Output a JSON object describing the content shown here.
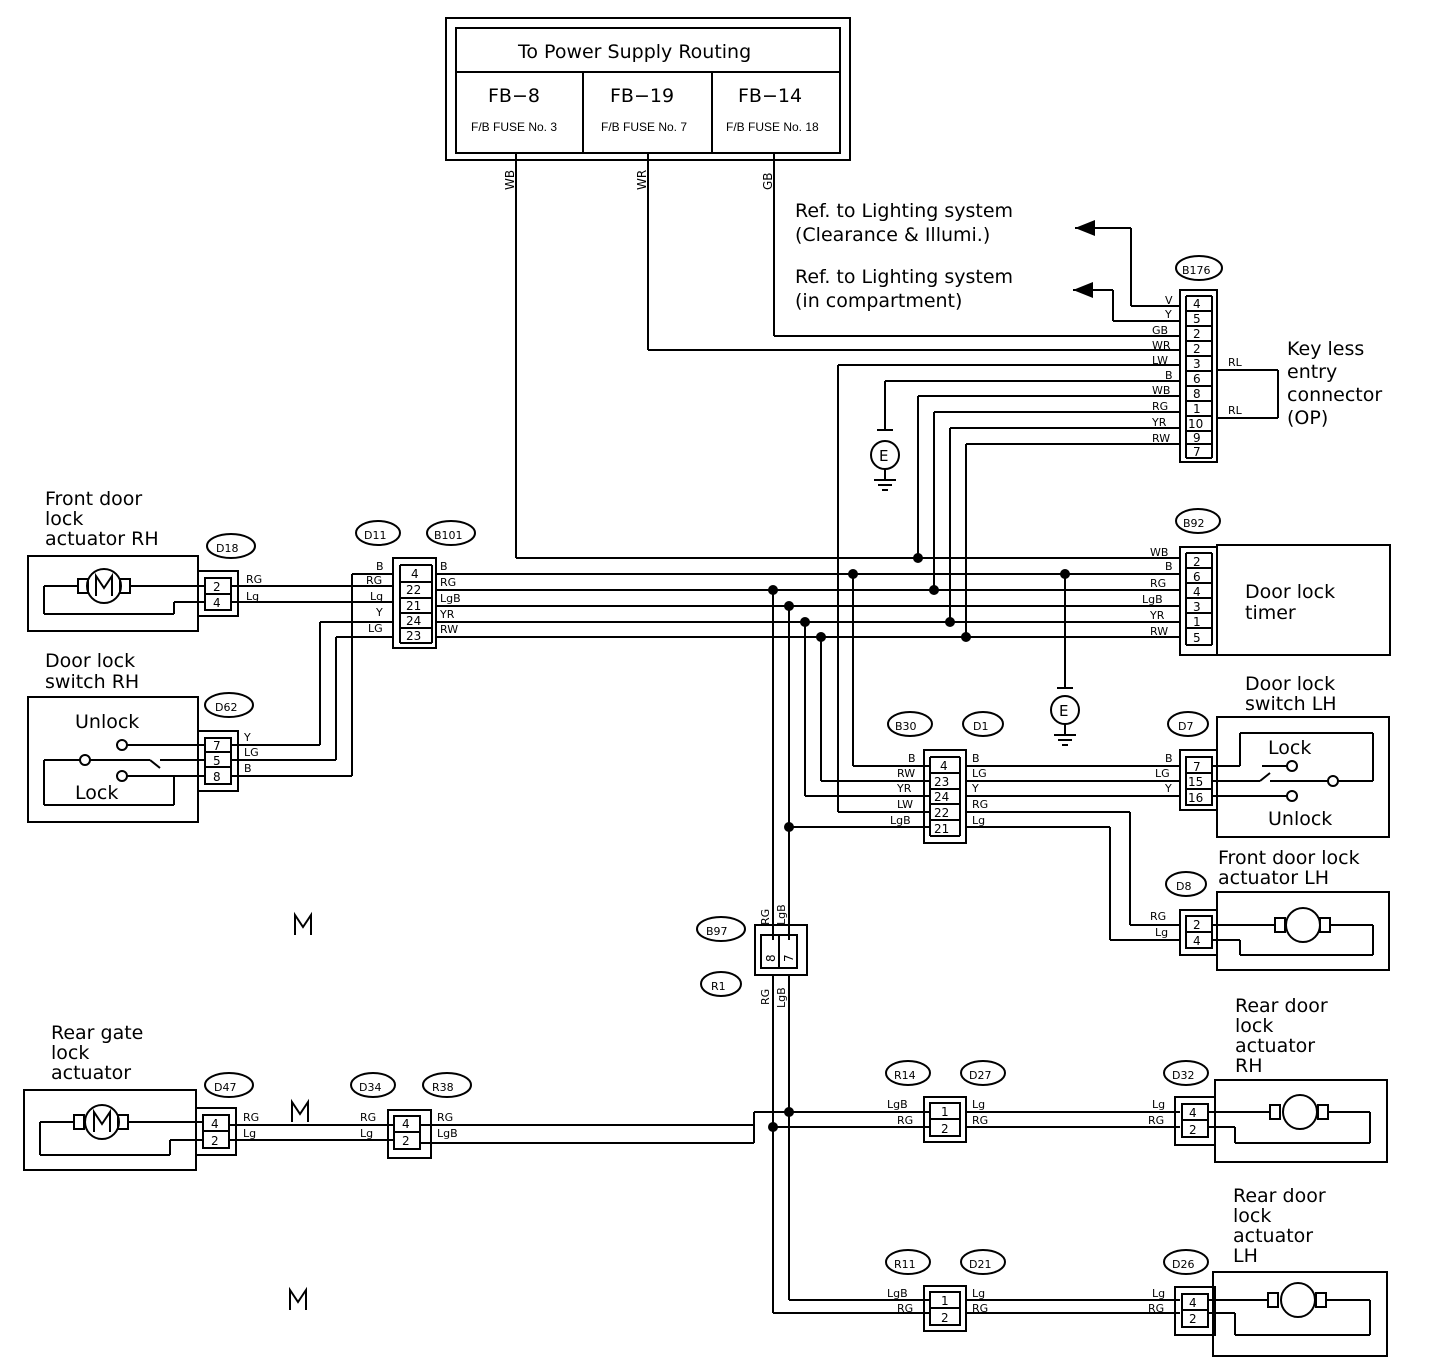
{
  "power": {
    "title": "To Power Supply Routing",
    "fuses": [
      {
        "code": "FB−8",
        "desc": "F/B FUSE No. 3"
      },
      {
        "code": "FB−19",
        "desc": "F/B FUSE No. 7"
      },
      {
        "code": "FB−14",
        "desc": "F/B FUSE No. 18"
      }
    ],
    "wires": [
      "WB",
      "WR",
      "GB"
    ]
  },
  "refs": {
    "ref1_line1": "Ref. to Lighting system",
    "ref1_line2": "(Clearance & Illumi.)",
    "ref2_line1": "Ref. to Lighting system",
    "ref2_line2": "(in compartment)"
  },
  "keyless": {
    "connector": "B176",
    "line1": "Key less",
    "line2": "entry",
    "line3": "connector",
    "line4": "(OP)",
    "rl": "RL",
    "wires": [
      "V",
      "Y",
      "GB",
      "WR",
      "LW",
      "B",
      "WB",
      "RG",
      "YR",
      "RW"
    ],
    "pins": [
      "4",
      "5",
      "2",
      "2",
      "3",
      "6",
      "8",
      "1",
      "10",
      "9",
      "7"
    ]
  },
  "timer": {
    "connector": "B92",
    "line1": "Door lock",
    "line2": "timer",
    "wires": [
      "WB",
      "B",
      "RG",
      "LgB",
      "YR",
      "RW"
    ],
    "pins": [
      "2",
      "6",
      "4",
      "3",
      "1",
      "5"
    ]
  },
  "ground": "E",
  "front_rh": {
    "line1": "Front door",
    "line2": "lock",
    "line3": "actuator RH",
    "connector": "D18",
    "pins": [
      "2",
      "4"
    ],
    "wires": [
      "RG",
      "Lg"
    ]
  },
  "switch_rh": {
    "line1": "Door lock",
    "line2": "switch RH",
    "unlock": "Unlock",
    "lock": "Lock",
    "connector": "D62",
    "pins": [
      "7",
      "5",
      "8"
    ],
    "wires": [
      "Y",
      "LG",
      "B"
    ]
  },
  "d11": {
    "connector": "D11",
    "wires": [
      "B",
      "RG",
      "Lg",
      "Y",
      "LG"
    ]
  },
  "b101": {
    "connector": "B101",
    "pins": [
      "4",
      "22",
      "21",
      "24",
      "23"
    ],
    "wires": [
      "B",
      "RG",
      "LgB",
      "YR",
      "RW"
    ]
  },
  "b30": {
    "connector": "B30",
    "pins": [
      "4",
      "23",
      "24",
      "22",
      "21"
    ],
    "wires": [
      "B",
      "RW",
      "YR",
      "LW",
      "LgB"
    ]
  },
  "d1": {
    "connector": "D1",
    "wires": [
      "B",
      "LG",
      "Y",
      "RG",
      "Lg"
    ]
  },
  "switch_lh": {
    "line1": "Door lock",
    "line2": "switch LH",
    "lock": "Lock",
    "unlock": "Unlock",
    "connector": "D7",
    "pins": [
      "7",
      "15",
      "16"
    ],
    "wires": [
      "B",
      "LG",
      "Y"
    ]
  },
  "front_lh": {
    "line1": "Front door lock",
    "line2": "actuator LH",
    "connector": "D8",
    "pins": [
      "2",
      "4"
    ],
    "wires": [
      "RG",
      "Lg"
    ]
  },
  "b97": {
    "connector": "B97",
    "pins": [
      "8",
      "7"
    ],
    "wires_top": [
      "RG",
      "LgB"
    ],
    "r1": "R1",
    "wires_bottom": [
      "RG",
      "LgB"
    ]
  },
  "rear_gate": {
    "line1": "Rear gate",
    "line2": "lock",
    "line3": "actuator",
    "connector": "D47",
    "pins": [
      "4",
      "2"
    ],
    "wires": [
      "RG",
      "Lg"
    ]
  },
  "d34": {
    "connector": "D34",
    "wires": [
      "RG",
      "Lg"
    ],
    "pins": [
      "4",
      "2"
    ]
  },
  "r38": {
    "connector": "R38",
    "wires": [
      "RG",
      "LgB"
    ]
  },
  "r14": {
    "connector": "R14",
    "wires": [
      "LgB",
      "RG"
    ],
    "pins": [
      "1",
      "2"
    ]
  },
  "d27": {
    "connector": "D27",
    "wires": [
      "Lg",
      "RG"
    ]
  },
  "rear_rh": {
    "line1": "Rear door",
    "line2": "lock",
    "line3": "actuator",
    "line4": "RH",
    "connector": "D32",
    "pins": [
      "4",
      "2"
    ],
    "wires": [
      "Lg",
      "RG"
    ]
  },
  "r11": {
    "connector": "R11",
    "wires": [
      "LgB",
      "RG"
    ],
    "pins": [
      "1",
      "2"
    ]
  },
  "d21": {
    "connector": "D21",
    "wires": [
      "Lg",
      "RG"
    ]
  },
  "rear_lh": {
    "line1": "Rear door",
    "line2": "lock",
    "line3": "actuator",
    "line4": "LH",
    "connector": "D26",
    "pins": [
      "4",
      "2"
    ],
    "wires": [
      "Lg",
      "RG"
    ]
  }
}
